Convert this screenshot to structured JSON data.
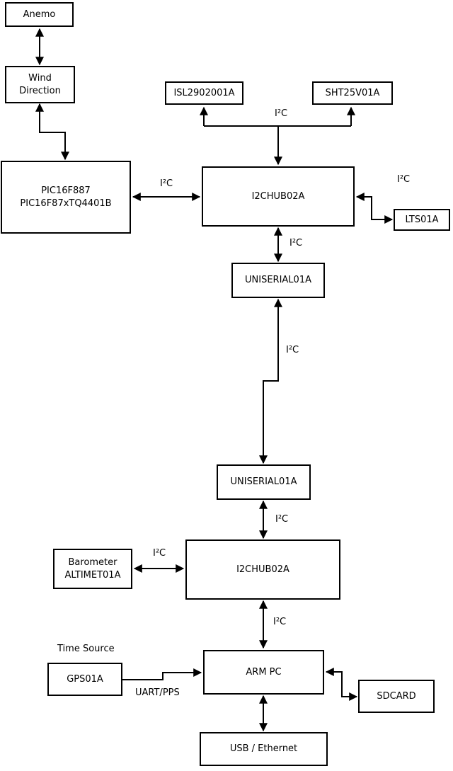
{
  "boxes": {
    "anemo": {
      "label": "Anemo"
    },
    "wind_direction": {
      "line1": "Wind",
      "line2": "Direction"
    },
    "pic": {
      "line1": "PIC16F887",
      "line2": "PIC16F87xTQ4401B"
    },
    "isl": {
      "label": "ISL2902001A"
    },
    "sht": {
      "label": "SHT25V01A"
    },
    "i2c_hub_1": {
      "label": "I2CHUB02A"
    },
    "lts": {
      "label": "LTS01A"
    },
    "uniserial_1": {
      "label": "UNISERIAL01A"
    },
    "uniserial_2": {
      "label": "UNISERIAL01A"
    },
    "i2c_hub_2": {
      "label": "I2CHUB02A"
    },
    "barometer": {
      "line1": "Barometer",
      "line2": "ALTIMET01A"
    },
    "gps": {
      "label": "GPS01A"
    },
    "arm_pc": {
      "label": "ARM PC"
    },
    "sdcard": {
      "label": "SDCARD"
    },
    "usb_ethernet": {
      "label": "USB / Ethernet"
    }
  },
  "edge_labels": {
    "i2c_pic_hub1": "I²C",
    "i2c_hub1_sensors": "I²C",
    "i2c_hub1_lts": "I²C",
    "i2c_hub1_uniserial1": "I²C",
    "i2c_uniserial_link": "I²C",
    "i2c_uniserial2_hub2": "I²C",
    "i2c_barometer_hub2": "I²C",
    "i2c_hub2_armpc": "I²C",
    "time_source": "Time Source",
    "uart_pps": "UART/PPS"
  },
  "colors": {
    "background": "#ffffff",
    "line": "#000000",
    "box_fill": "#ffffff",
    "text": "#000000"
  }
}
